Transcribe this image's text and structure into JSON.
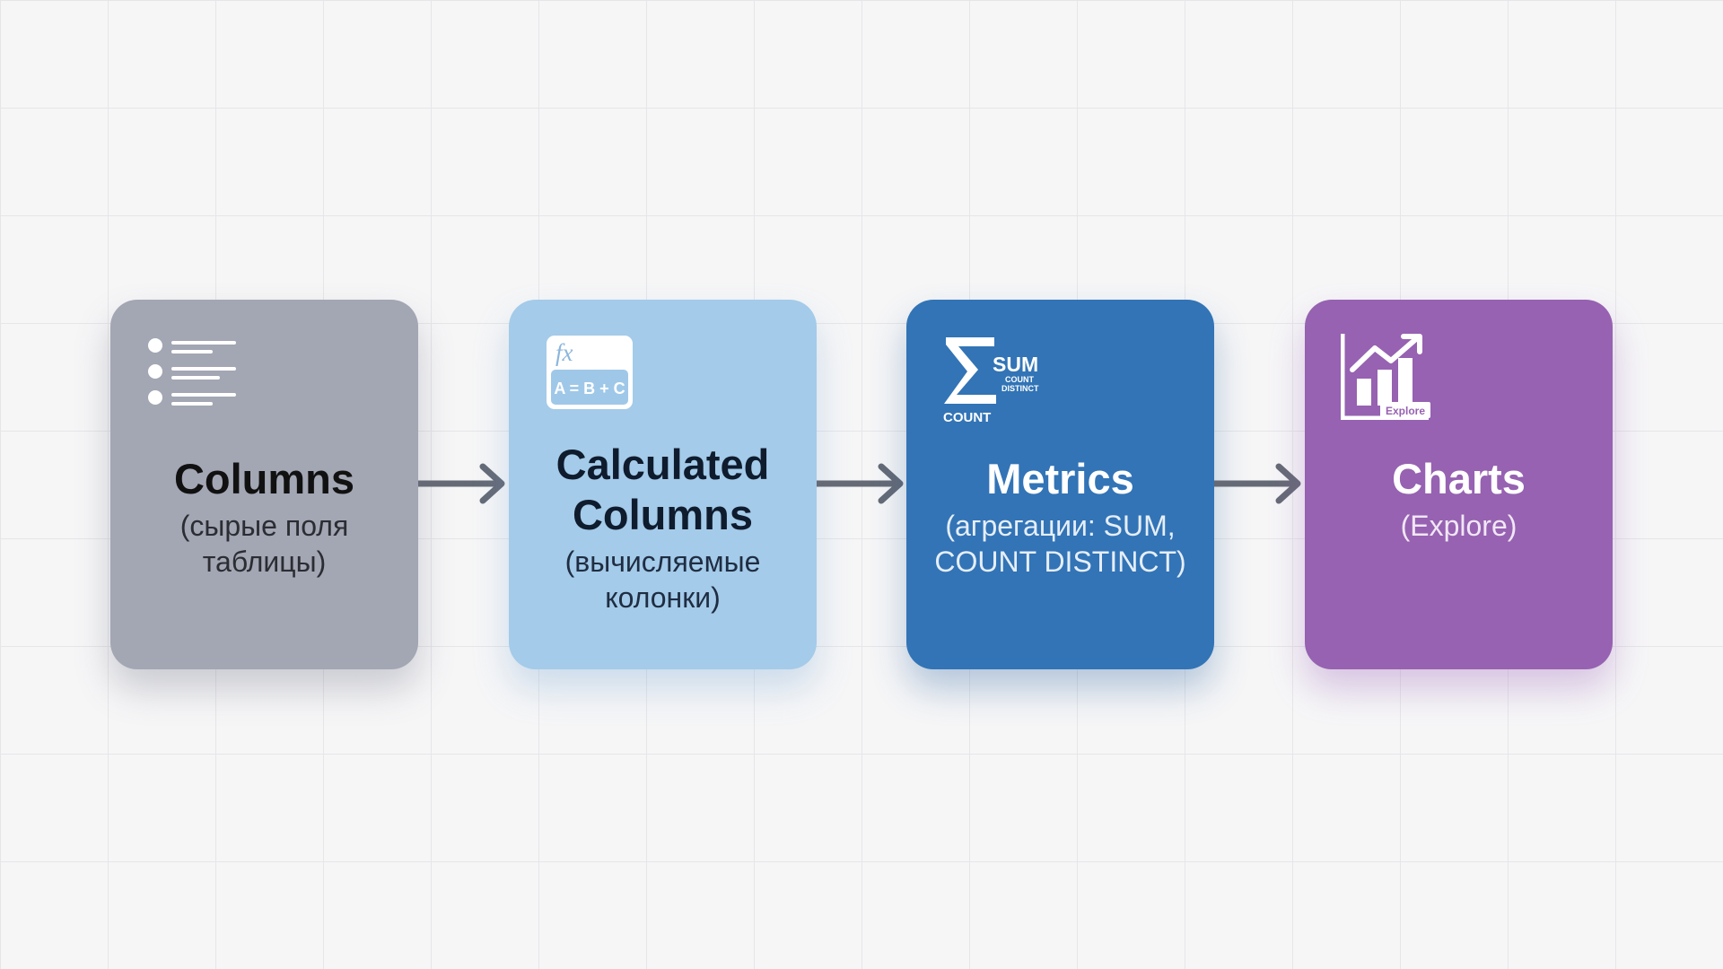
{
  "cards": [
    {
      "title": "Columns",
      "subtitle_line1": "(сырые поля",
      "subtitle_line2": "таблицы)",
      "icon": "list-icon",
      "color": "#a3a6b3"
    },
    {
      "title_line1": "Calculated",
      "title_line2": "Columns",
      "subtitle_line1": "(вычисляемые",
      "subtitle_line2": "колонки)",
      "icon": "formula-icon",
      "icon_text_fx": "fx",
      "icon_text_formula": "A = B + C",
      "color": "#a4cbe9"
    },
    {
      "title": "Metrics",
      "subtitle_line1": "(агрегации: SUM,",
      "subtitle_line2": "COUNT DISTINCT)",
      "icon": "sigma-icon",
      "icon_text_sum": "SUM",
      "icon_text_count": "COUNT",
      "icon_text_count_small": "COUNT",
      "icon_text_distinct_small": "DISTINCT",
      "color": "#3274b6"
    },
    {
      "title": "Charts",
      "subtitle": "(Explore)",
      "icon": "chart-icon",
      "icon_text_explore": "Explore",
      "color": "#9662b1"
    }
  ],
  "arrows": [
    {
      "from": "Columns",
      "to": "Calculated Columns"
    },
    {
      "from": "Calculated Columns",
      "to": "Metrics"
    },
    {
      "from": "Metrics",
      "to": "Charts"
    }
  ],
  "colors": {
    "background": "#f6f6f7",
    "grid": "#e6e6e9",
    "arrow": "#656a76"
  }
}
